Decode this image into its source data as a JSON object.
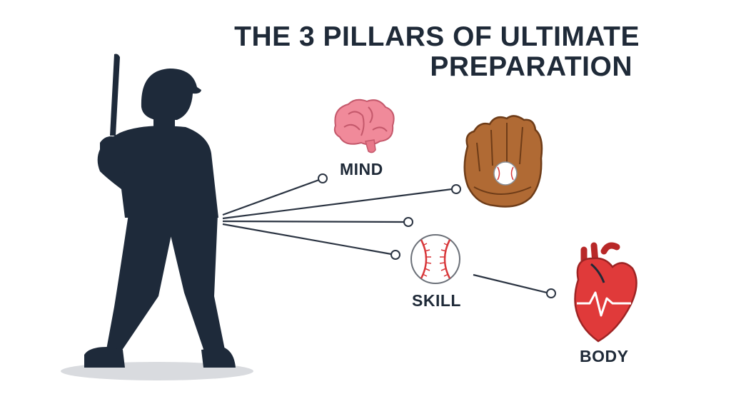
{
  "title": {
    "line1": "THE 3 PILLARS OF ULTIMATE",
    "line2": "PREPARATION"
  },
  "pillars": [
    {
      "label": "MIND",
      "icon": "brain-icon"
    },
    {
      "label": "SKILL",
      "icon": "baseball-icon"
    },
    {
      "label": "BODY",
      "icon": "heart-icon"
    }
  ],
  "extra_icons": [
    "baseball-glove-icon",
    "batter-silhouette"
  ],
  "colors": {
    "text": "#1f2a38",
    "silhouette": "#1e2a3a",
    "lines": "#2b3442",
    "brain": "#f08a9a",
    "glove": "#b06a34",
    "heart": "#e03a3a",
    "stitch": "#d8373a"
  }
}
